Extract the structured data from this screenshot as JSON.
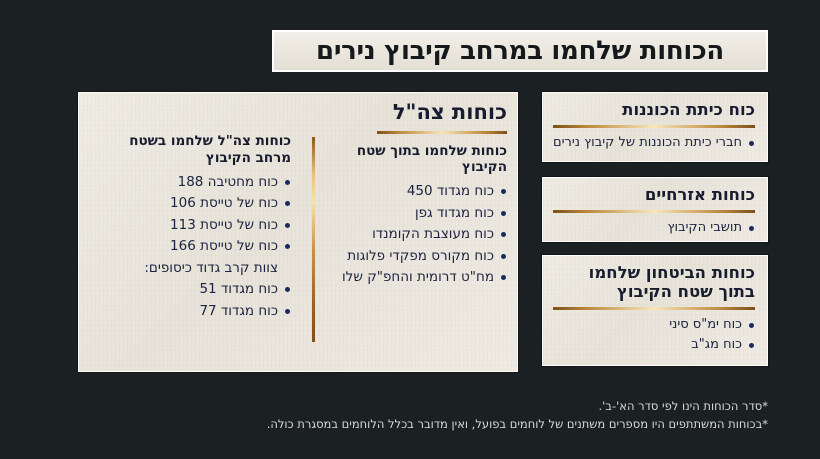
{
  "colors": {
    "background": "#1b2122",
    "paper": "#e9e5dc",
    "text_navy": "#1b2340",
    "gold": "#c08c3e",
    "bullet": "#1b2a5e",
    "footnote": "#d8dadb"
  },
  "header": {
    "title": "הכוחות שלחמו במרחב קיבוץ נירים"
  },
  "main_panel": {
    "right_column": {
      "heading": "כוחות צה\"ל",
      "subheading": "כוחות שלחמו בתוך שטח הקיבוץ",
      "items": [
        "כוח מגדוד 450",
        "כוח מגדוד גפן",
        "כוח מעוצבת הקומנדו",
        "כוח מקורס מפקדי פלוגות",
        "מח\"ט דרומית והחפ\"ק שלו"
      ]
    },
    "left_column": {
      "heading": "כוחות צה\"ל שלחמו בשטח מרחב הקיבוץ",
      "items": [
        {
          "label": "כוח מחטיבה 188",
          "bullet": true
        },
        {
          "label": "כוח של טייסת 106",
          "bullet": true
        },
        {
          "label": "כוח של טייסת 113",
          "bullet": true
        },
        {
          "label": "כוח של טייסת 166",
          "bullet": true
        },
        {
          "label": "צוות קרב גדוד כיסופים:",
          "bullet": false
        },
        {
          "label": "כוח מגדוד 51",
          "bullet": true
        },
        {
          "label": "כוח מגדוד 77",
          "bullet": true
        }
      ]
    }
  },
  "side_cards": [
    {
      "title": "כוח כיתת הכוננות",
      "items": [
        "חברי כיתת הכוננות של קיבוץ נירים"
      ]
    },
    {
      "title": "כוחות אזרחיים",
      "items": [
        "תושבי הקיבוץ"
      ]
    },
    {
      "title": "כוחות הביטחון שלחמו בתוך שטח הקיבוץ",
      "items": [
        "כוח ימ\"ס סיני",
        "כוח מג\"ב"
      ]
    }
  ],
  "footnotes": [
    "*סדר הכוחות הינו לפי סדר הא'-ב'.",
    "*בכוחות המשתתפים היו מספרים משתנים של לוחמים בפועל, ואין מדובר בכלל הלוחמים במסגרת כולה."
  ]
}
